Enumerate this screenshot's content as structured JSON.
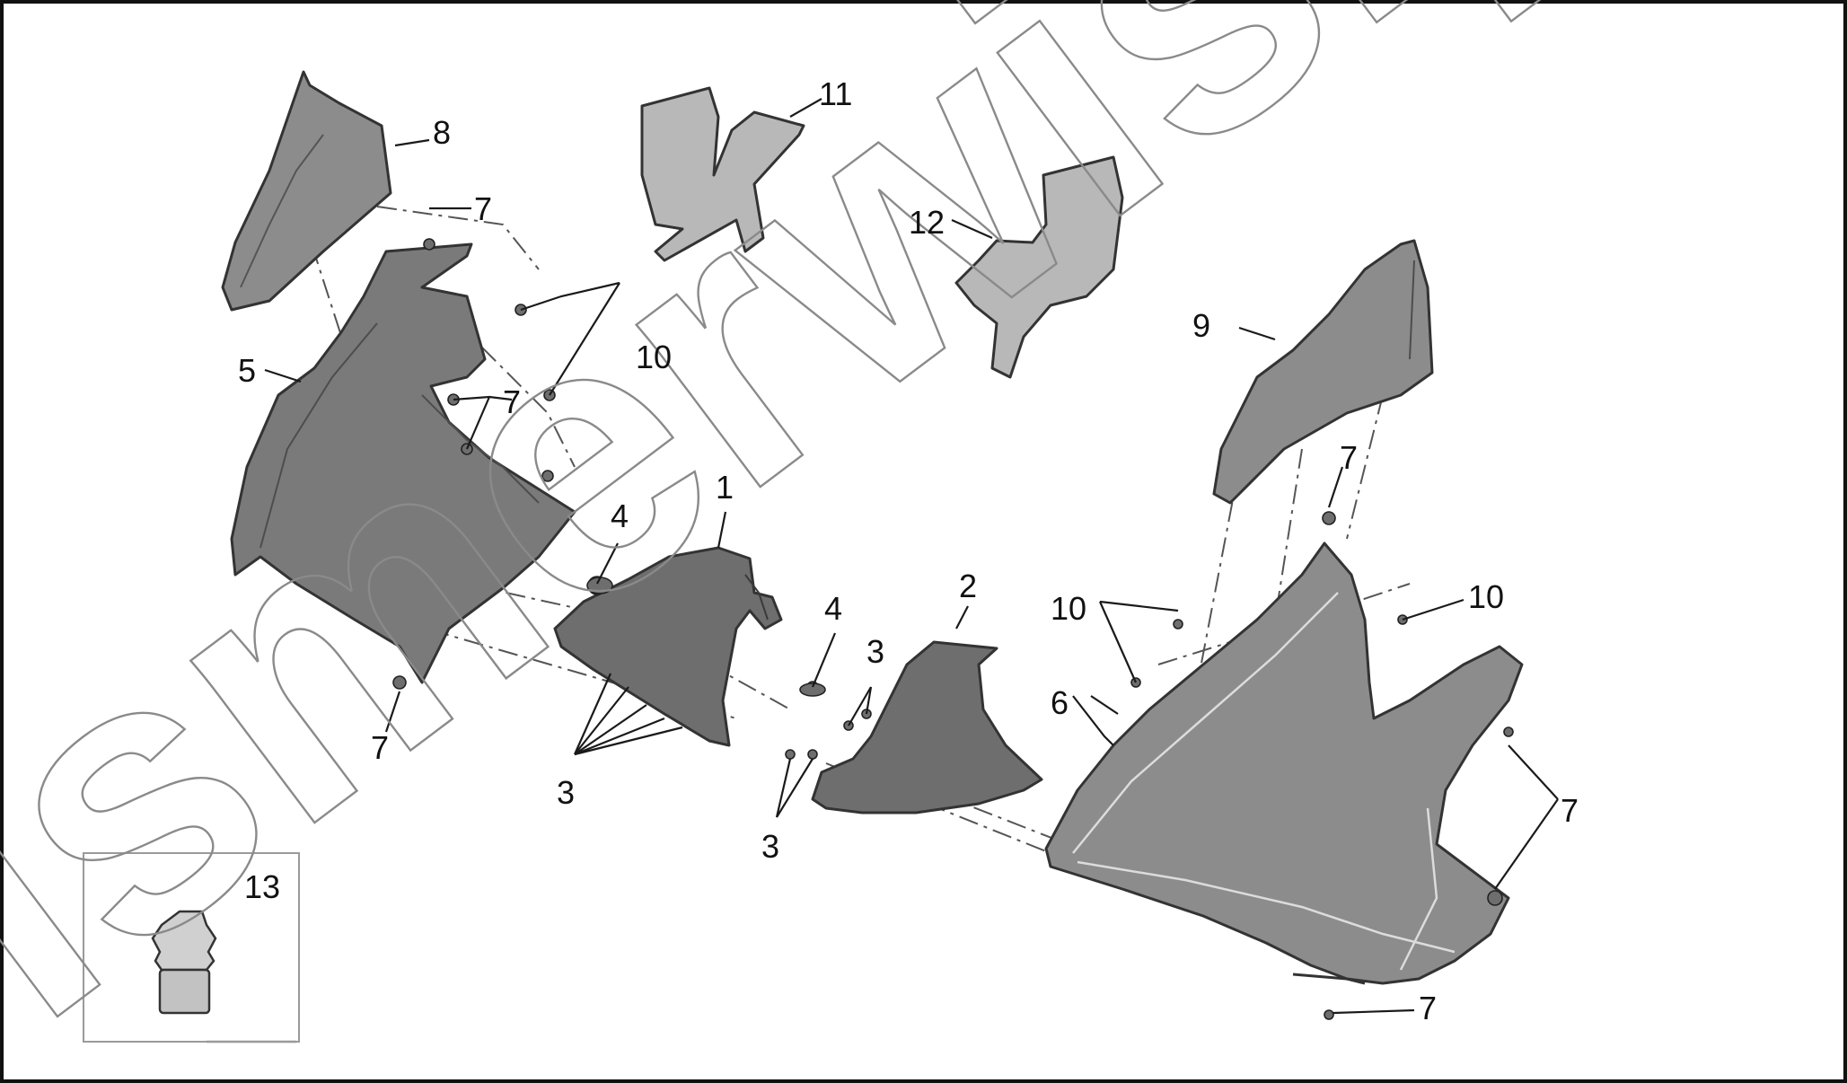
{
  "diagram": {
    "watermark": "ismerwis.pl",
    "callouts": [
      {
        "id": "c1",
        "text": "1"
      },
      {
        "id": "c2",
        "text": "2"
      },
      {
        "id": "c3a",
        "text": "3"
      },
      {
        "id": "c3b",
        "text": "3"
      },
      {
        "id": "c3c",
        "text": "3"
      },
      {
        "id": "c4a",
        "text": "4"
      },
      {
        "id": "c4b",
        "text": "4"
      },
      {
        "id": "c5",
        "text": "5"
      },
      {
        "id": "c6",
        "text": "6"
      },
      {
        "id": "c7a",
        "text": "7"
      },
      {
        "id": "c7b",
        "text": "7"
      },
      {
        "id": "c7c",
        "text": "7"
      },
      {
        "id": "c7d",
        "text": "7"
      },
      {
        "id": "c7e",
        "text": "7"
      },
      {
        "id": "c7f",
        "text": "7"
      },
      {
        "id": "c8",
        "text": "8"
      },
      {
        "id": "c9",
        "text": "9"
      },
      {
        "id": "c10a",
        "text": "10"
      },
      {
        "id": "c10b",
        "text": "10"
      },
      {
        "id": "c10c",
        "text": "10"
      },
      {
        "id": "c11",
        "text": "11"
      },
      {
        "id": "c12",
        "text": "12"
      },
      {
        "id": "c13",
        "text": "13"
      }
    ]
  },
  "colors": {
    "part_fill_dark": "#6e6e6e",
    "part_fill_mid": "#8c8c8c",
    "part_fill_light": "#b8b8b8",
    "frame": "#111111",
    "watermark_stroke": "#8a8a8a"
  }
}
